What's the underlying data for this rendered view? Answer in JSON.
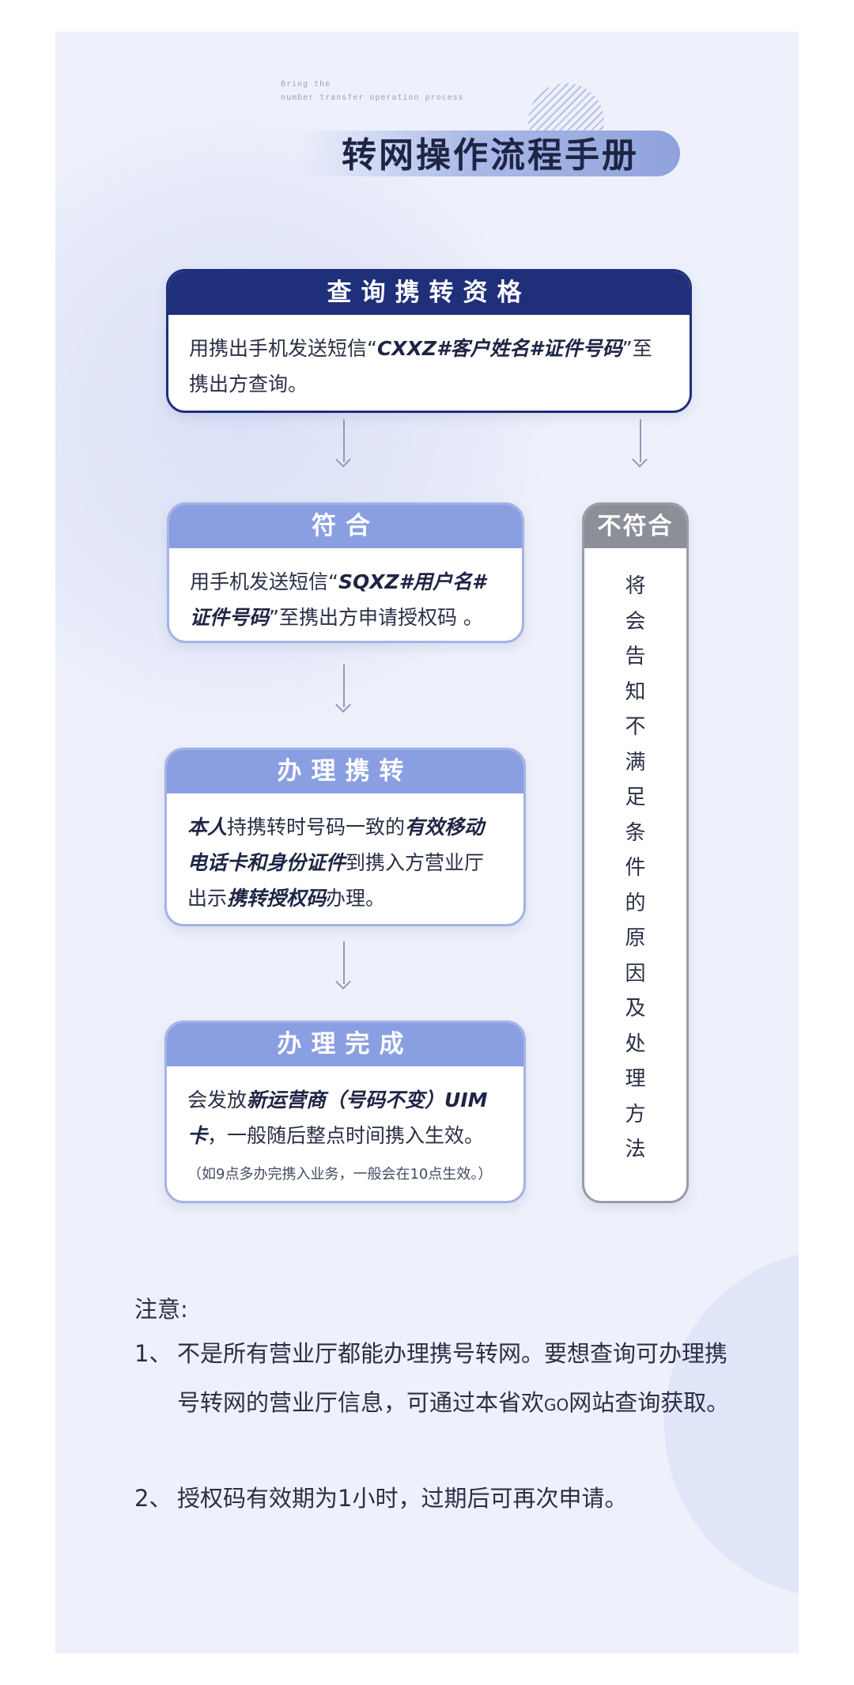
{
  "header": {
    "eyebrow_line1": "Bring the",
    "eyebrow_line2": "number transfer operation process",
    "title": "转网操作流程手册"
  },
  "steps": {
    "check": {
      "heading": "查询携转资格",
      "text1": "用携出手机发送短信“",
      "code": "CXXZ#客户姓名#证件号码",
      "text2": "”至携出方查询。"
    },
    "eligible": {
      "heading": "符合",
      "text1": "用手机发送短信“",
      "code": "SQXZ#用户名#证件号码",
      "text2": "”至携出方申请授权码 。"
    },
    "process": {
      "heading": "办理携转",
      "bold1": "本人",
      "text1": "持携转时号码一致的",
      "bold2": "有效移动电话卡和身份证件",
      "text2": "到携入方营业厅出示",
      "bold3": "携转授权码",
      "text3": "办理。"
    },
    "done": {
      "heading": "办理完成",
      "text1": "会发放",
      "bold1": "新运营商（号码不变）UIM卡",
      "text2": "，一般随后整点时间携入生效。",
      "note": "（如9点多办完携入业务，一般会在10点生效。）"
    },
    "ineligible": {
      "heading": "不符合",
      "vertical_text": "将会告知不满足条件的原因及处理方法"
    }
  },
  "notes": {
    "title": "注意:",
    "items": [
      {
        "num": "1、",
        "text_a": "不是所有营业厅都能办理携号转网。要想查询可办理携号转网的营业厅信息，可通过本省欢",
        "text_go": "GO",
        "text_b": "网站查询获取。"
      },
      {
        "num": "2、",
        "text_a": "授权码有效期为1小时，过期后可再次申请。"
      }
    ]
  },
  "colors": {
    "dark_navy": "#1f2f7a",
    "light_blue": "#8a9ee2",
    "gray": "#8c8e98",
    "panel_bg": "#eef1fb"
  }
}
